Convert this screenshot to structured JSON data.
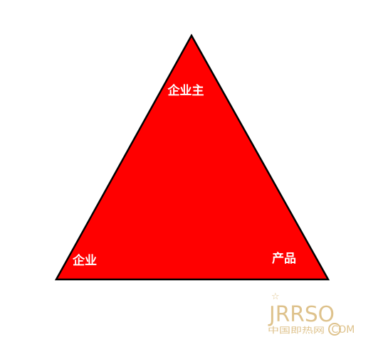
{
  "diagram": {
    "shape": "triangle",
    "fill_color": "#ff0000",
    "stroke_color": "#000000",
    "labels": {
      "top": "企业主",
      "bottom_left": "企业",
      "bottom_right": "产品"
    }
  },
  "watermark": {
    "logo": "JRRSO",
    "subtitle": "中国即热网",
    "suffix": ".COM",
    "color": "#d9b878",
    "icon": "star-icon"
  }
}
